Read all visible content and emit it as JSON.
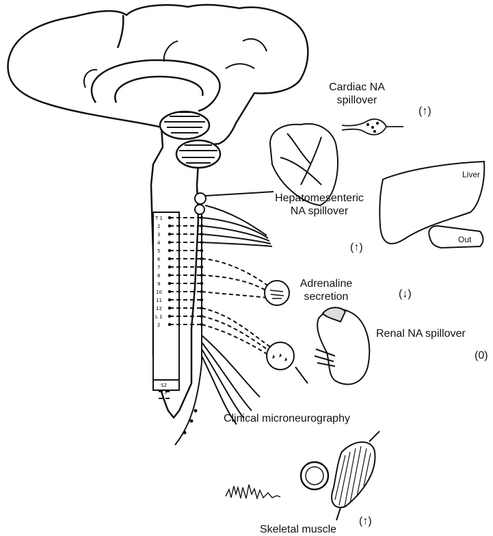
{
  "labels": {
    "cardiac_line1": "Cardiac NA",
    "cardiac_line2": "spillover",
    "cardiac_change": "(↑)",
    "hepato_line1": "Hepatomesenteric",
    "hepato_line2": "NA spillover",
    "hepato_change": "(↑)",
    "liver": "Liver",
    "out": "Out",
    "adrenaline_line1": "Adrenaline",
    "adrenaline_line2": "secretion",
    "adrenaline_change": "(↓)",
    "renal": "Renal NA spillover",
    "renal_change": "(0)",
    "microneurography": "Clinical microneurography",
    "skeletal": "Skeletal muscle",
    "skeletal_change": "(↑)"
  },
  "spinal_segments": [
    "T 1",
    "2",
    "3",
    "4",
    "5",
    "6",
    "7",
    "8",
    "9",
    "10",
    "11",
    "12",
    "L 1",
    "2"
  ],
  "sacral_segments": [
    "S2",
    "3"
  ]
}
